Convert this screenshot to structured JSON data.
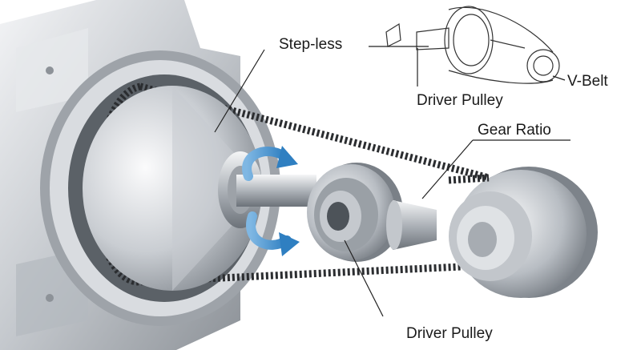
{
  "labels": {
    "step_less": "Step-less",
    "driver_pulley_top": "Driver Pulley",
    "v_belt": "V-Belt",
    "gear_ratio": "Gear Ratio",
    "driver_pulley_bottom": "Driver Pulley"
  },
  "colors": {
    "background": "#ffffff",
    "metal_light": "#eef0f2",
    "metal_mid": "#b9bec4",
    "metal_dark": "#6f757c",
    "belt": "#2b2d30",
    "arrow": "#2f7fc1",
    "leader_line": "#222222"
  }
}
